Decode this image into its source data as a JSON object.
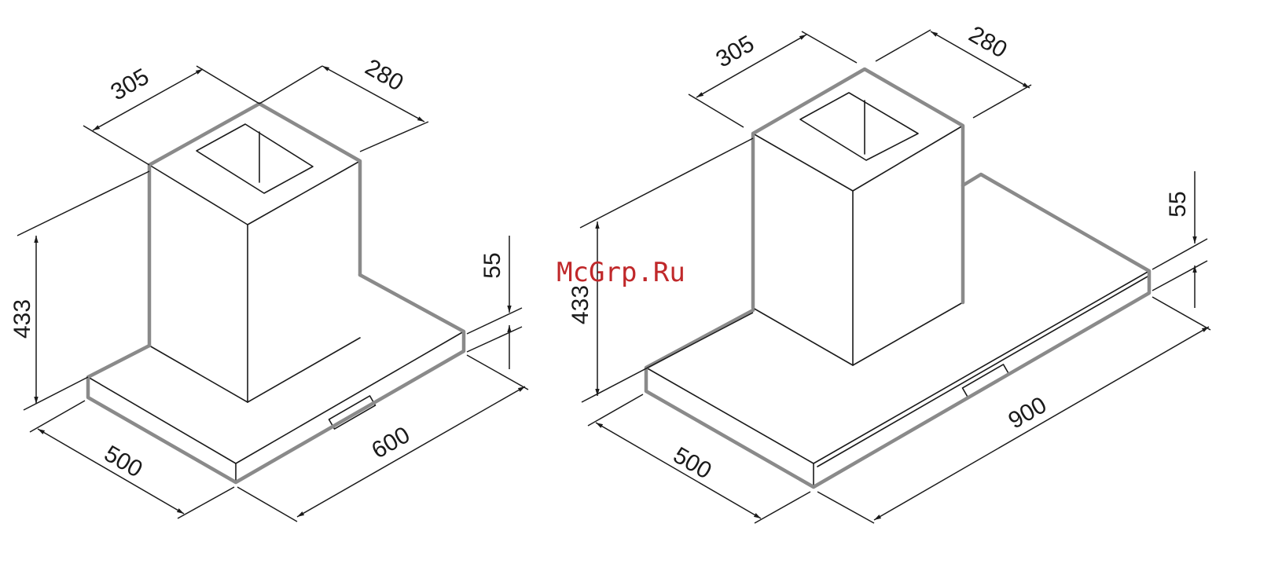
{
  "watermark": "McGrp.Ru",
  "hoods": [
    {
      "id": "600",
      "dimensions": {
        "chimney_front": "305",
        "chimney_side": "280",
        "height": "433",
        "canopy_thickness": "55",
        "depth": "500",
        "width": "600"
      }
    },
    {
      "id": "900",
      "dimensions": {
        "chimney_front": "305",
        "chimney_side": "280",
        "height": "433",
        "canopy_thickness": "55",
        "depth": "500",
        "width": "900"
      }
    }
  ],
  "colors": {
    "outline": "#8a8a8a",
    "lines": "#1a1a1a",
    "watermark": "#c0282a"
  }
}
